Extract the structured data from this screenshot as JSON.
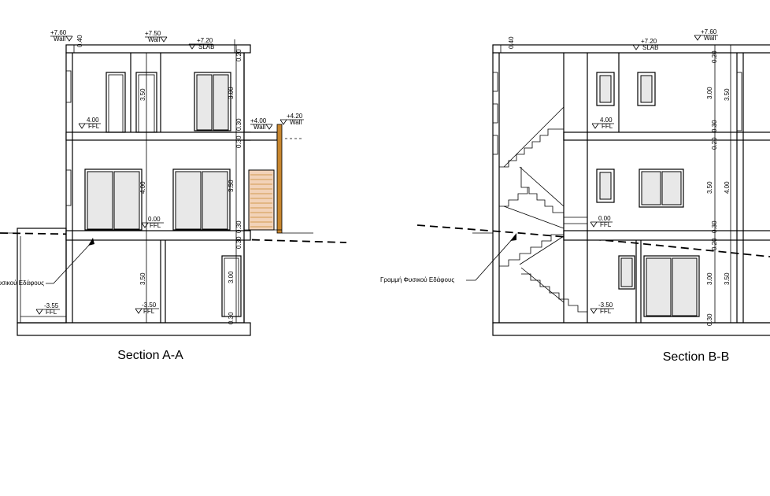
{
  "sections": [
    {
      "title": "Section A-A",
      "levels": {
        "top_wall": {
          "value": "+7.60",
          "note": "Wall"
        },
        "top_wall_2": {
          "value": "+7.50",
          "note": "Wall"
        },
        "top_slab": {
          "value": "+7.20",
          "note": "SLAB"
        },
        "first_floor": {
          "value": "4.00",
          "note": "FFL"
        },
        "balcony_floor": {
          "value": "+4.00",
          "note": "Wall"
        },
        "balcony_wall": {
          "value": "+4.20",
          "note": "Wall"
        },
        "ground_floor": {
          "value": "0.00",
          "note": "FFL"
        },
        "basement_left": {
          "value": "-3.55",
          "note": "FFL"
        },
        "basement": {
          "value": "-3.50",
          "note": "FFL"
        }
      },
      "dims": {
        "parapet": "0.40",
        "slab_top": "0.20",
        "floor1_room": "3.50",
        "floor1_room_r": "3.00",
        "slab_mid": "0.30",
        "floor0_total": "4.00",
        "floor0_room": "3.50",
        "slab_low": "0.30",
        "basement_total": "3.50",
        "basement_door": "3.00",
        "footing": "0.30"
      },
      "ground_label": "Γραμμή Φυσικού Εδάφους"
    },
    {
      "title": "Section B-B",
      "levels": {
        "top_wall": {
          "value": "+7.60",
          "note": "Wall"
        },
        "top_slab": {
          "value": "+7.20",
          "note": "SLAB"
        },
        "first_floor": {
          "value": "4.00",
          "note": "FFL"
        },
        "ground_floor": {
          "value": "0.00",
          "note": "FFL"
        },
        "basement": {
          "value": "-3.50",
          "note": "FFL"
        }
      },
      "dims": {
        "parapet": "0.40",
        "slab_top": "0.20",
        "floor1_room": "3.00",
        "floor1_room_r": "3.50",
        "slab_mid": "0.30",
        "slab_mid_r": "0.20",
        "floor0_room": "3.50",
        "floor0_total": "4.00",
        "slab_low": "0.30",
        "slab_low_r": "0.20",
        "basement_room": "3.00",
        "basement_total": "3.50",
        "footing": "0.30"
      },
      "ground_label": "Γραμμή Φυσικού Εδάφους"
    }
  ],
  "colors": {
    "line": "#000000",
    "glass": "#e8e8e8",
    "timber": "#c8862e",
    "shutter": "#f2d2b8"
  }
}
